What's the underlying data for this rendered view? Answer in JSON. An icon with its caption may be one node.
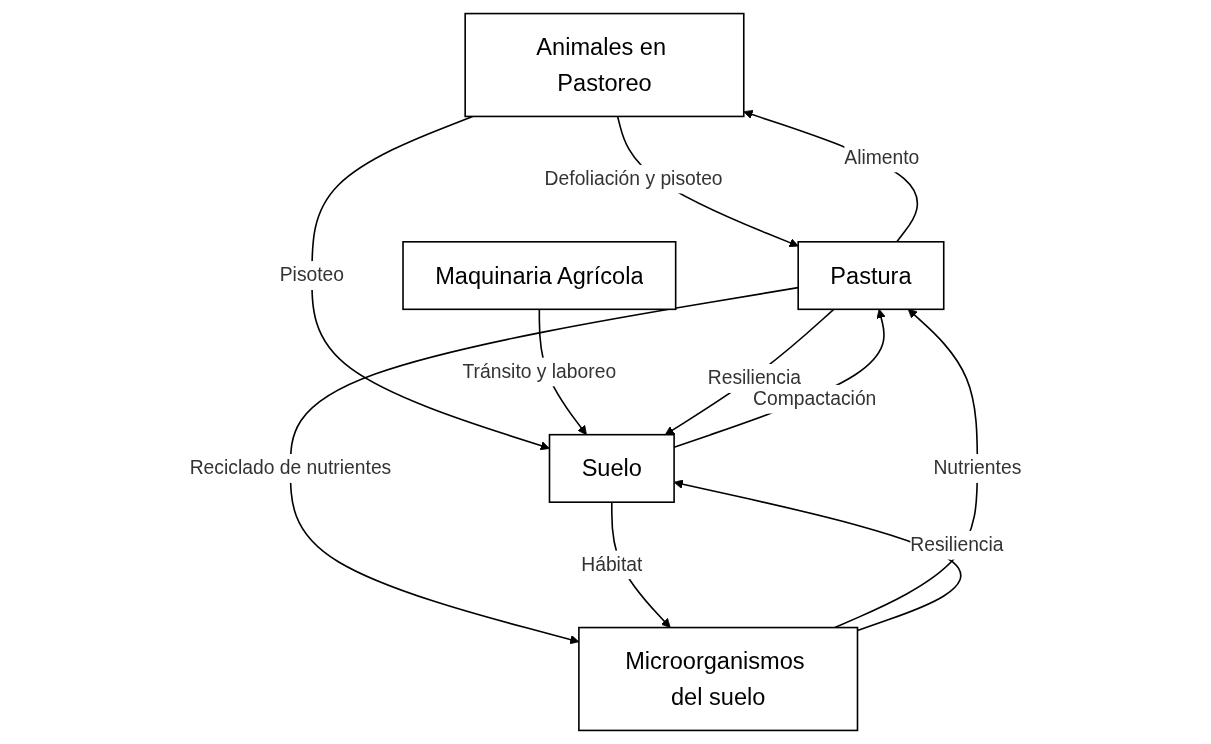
{
  "diagram": {
    "nodes": [
      {
        "text": [
          "Animales en Pastoreo"
        ]
      },
      {
        "text": [
          "Maquinaria Agrícola"
        ]
      },
      {
        "text": [
          "Pastura"
        ]
      },
      {
        "text": [
          "Suelo"
        ]
      },
      {
        "text": [
          "Microorganismos del suelo"
        ]
      }
    ],
    "edges": [
      {
        "from": 2,
        "to": 0,
        "arrow": "to",
        "label": "Alimento"
      },
      {
        "from": 0,
        "to": 2,
        "arrow": "to",
        "label": "Defoliación y pisoteo"
      },
      {
        "from": 0,
        "to": 3,
        "arrow": "to",
        "label": "Pisoteo"
      },
      {
        "from": 1,
        "to": 3,
        "arrow": "to",
        "label": "Tránsito y laboreo"
      },
      {
        "from": 2,
        "to": 3,
        "arrow": "to",
        "label": "Resiliencia"
      },
      {
        "from": 3,
        "to": 2,
        "arrow": "to",
        "label": "Compactación"
      },
      {
        "from": 4,
        "to": 2,
        "arrow": "to",
        "label": "Nutrientes"
      },
      {
        "from": 2,
        "to": 4,
        "arrow": "to",
        "label": "Reciclado de nutrientes"
      },
      {
        "from": 3,
        "to": 4,
        "arrow": "to",
        "label": "Hábitat"
      },
      {
        "from": 4,
        "to": 3,
        "arrow": "to",
        "label": "Resiliencia"
      }
    ]
  }
}
